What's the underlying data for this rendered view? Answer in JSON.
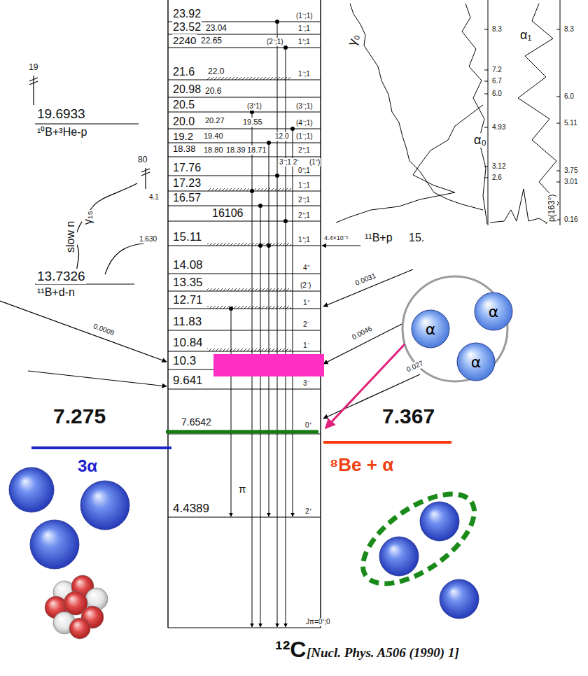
{
  "diagram": {
    "nodes": [
      {
        "text": [
          "α"
        ]
      },
      {
        "text": [
          "α"
        ]
      },
      {
        "text": [
          "α"
        ]
      }
    ],
    "labels": [
      "23.92",
      "23.52",
      "23.04",
      "2240",
      "22.65",
      "22.0",
      "21.6",
      "20.98",
      "20.6",
      "20.5",
      "20.27",
      "20.0",
      "19.55",
      "19.40",
      "12.0",
      "19.2",
      "18.80",
      "18.71",
      "18.38",
      "18.39",
      "17.76",
      "17.23",
      "16.57",
      "16106",
      "15.11",
      "14.08",
      "13.35",
      "12.71",
      "11.83",
      "10.84",
      "10.3",
      "9.641",
      "7.6542",
      "4.4389",
      "π",
      "(1⁻;1)",
      "1⁻;1",
      "(2⁻;1)",
      "1⁺;1",
      "1⁻;1",
      "(3⁺1)",
      "(3⁻;1)",
      "(4⁻;1)",
      "(1⁻;1)",
      "2⁺;1",
      "3⁻;1 2⁻",
      "(1⁺)",
      "0⁺;1",
      "1⁻;1",
      "2⁻;1",
      "2⁺;1",
      "1⁺;1",
      "4⁺",
      "(2⁻)",
      "1⁺",
      "2⁻",
      "1⁻",
      "3⁻",
      "0⁺",
      "2⁺",
      "Jπ=0⁺;0",
      "19",
      "19.6933",
      "¹⁰B+³He-p",
      "80",
      "4.1",
      "slow n",
      "γ₁₅",
      "1.630",
      "13.7326",
      "¹¹B+d-n",
      "0.0008",
      "4.4×10⁻⁵",
      "¹¹B+p",
      "15.",
      "0.0031",
      "0.0046",
      "0.027",
      "γ₀",
      "α₁",
      "α₀",
      "p(163°)",
      "8.3",
      "7.2",
      "6.7",
      "6.0",
      "4.93",
      "3.12",
      "2.6",
      "8.3",
      "6.0",
      "5.11",
      "3.75",
      "3.01",
      "0.16",
      "7.275",
      "3α",
      "7.367",
      "⁸Be + α",
      "¹²C",
      "[Nucl. Phys. A506 (1990) 1]"
    ]
  }
}
